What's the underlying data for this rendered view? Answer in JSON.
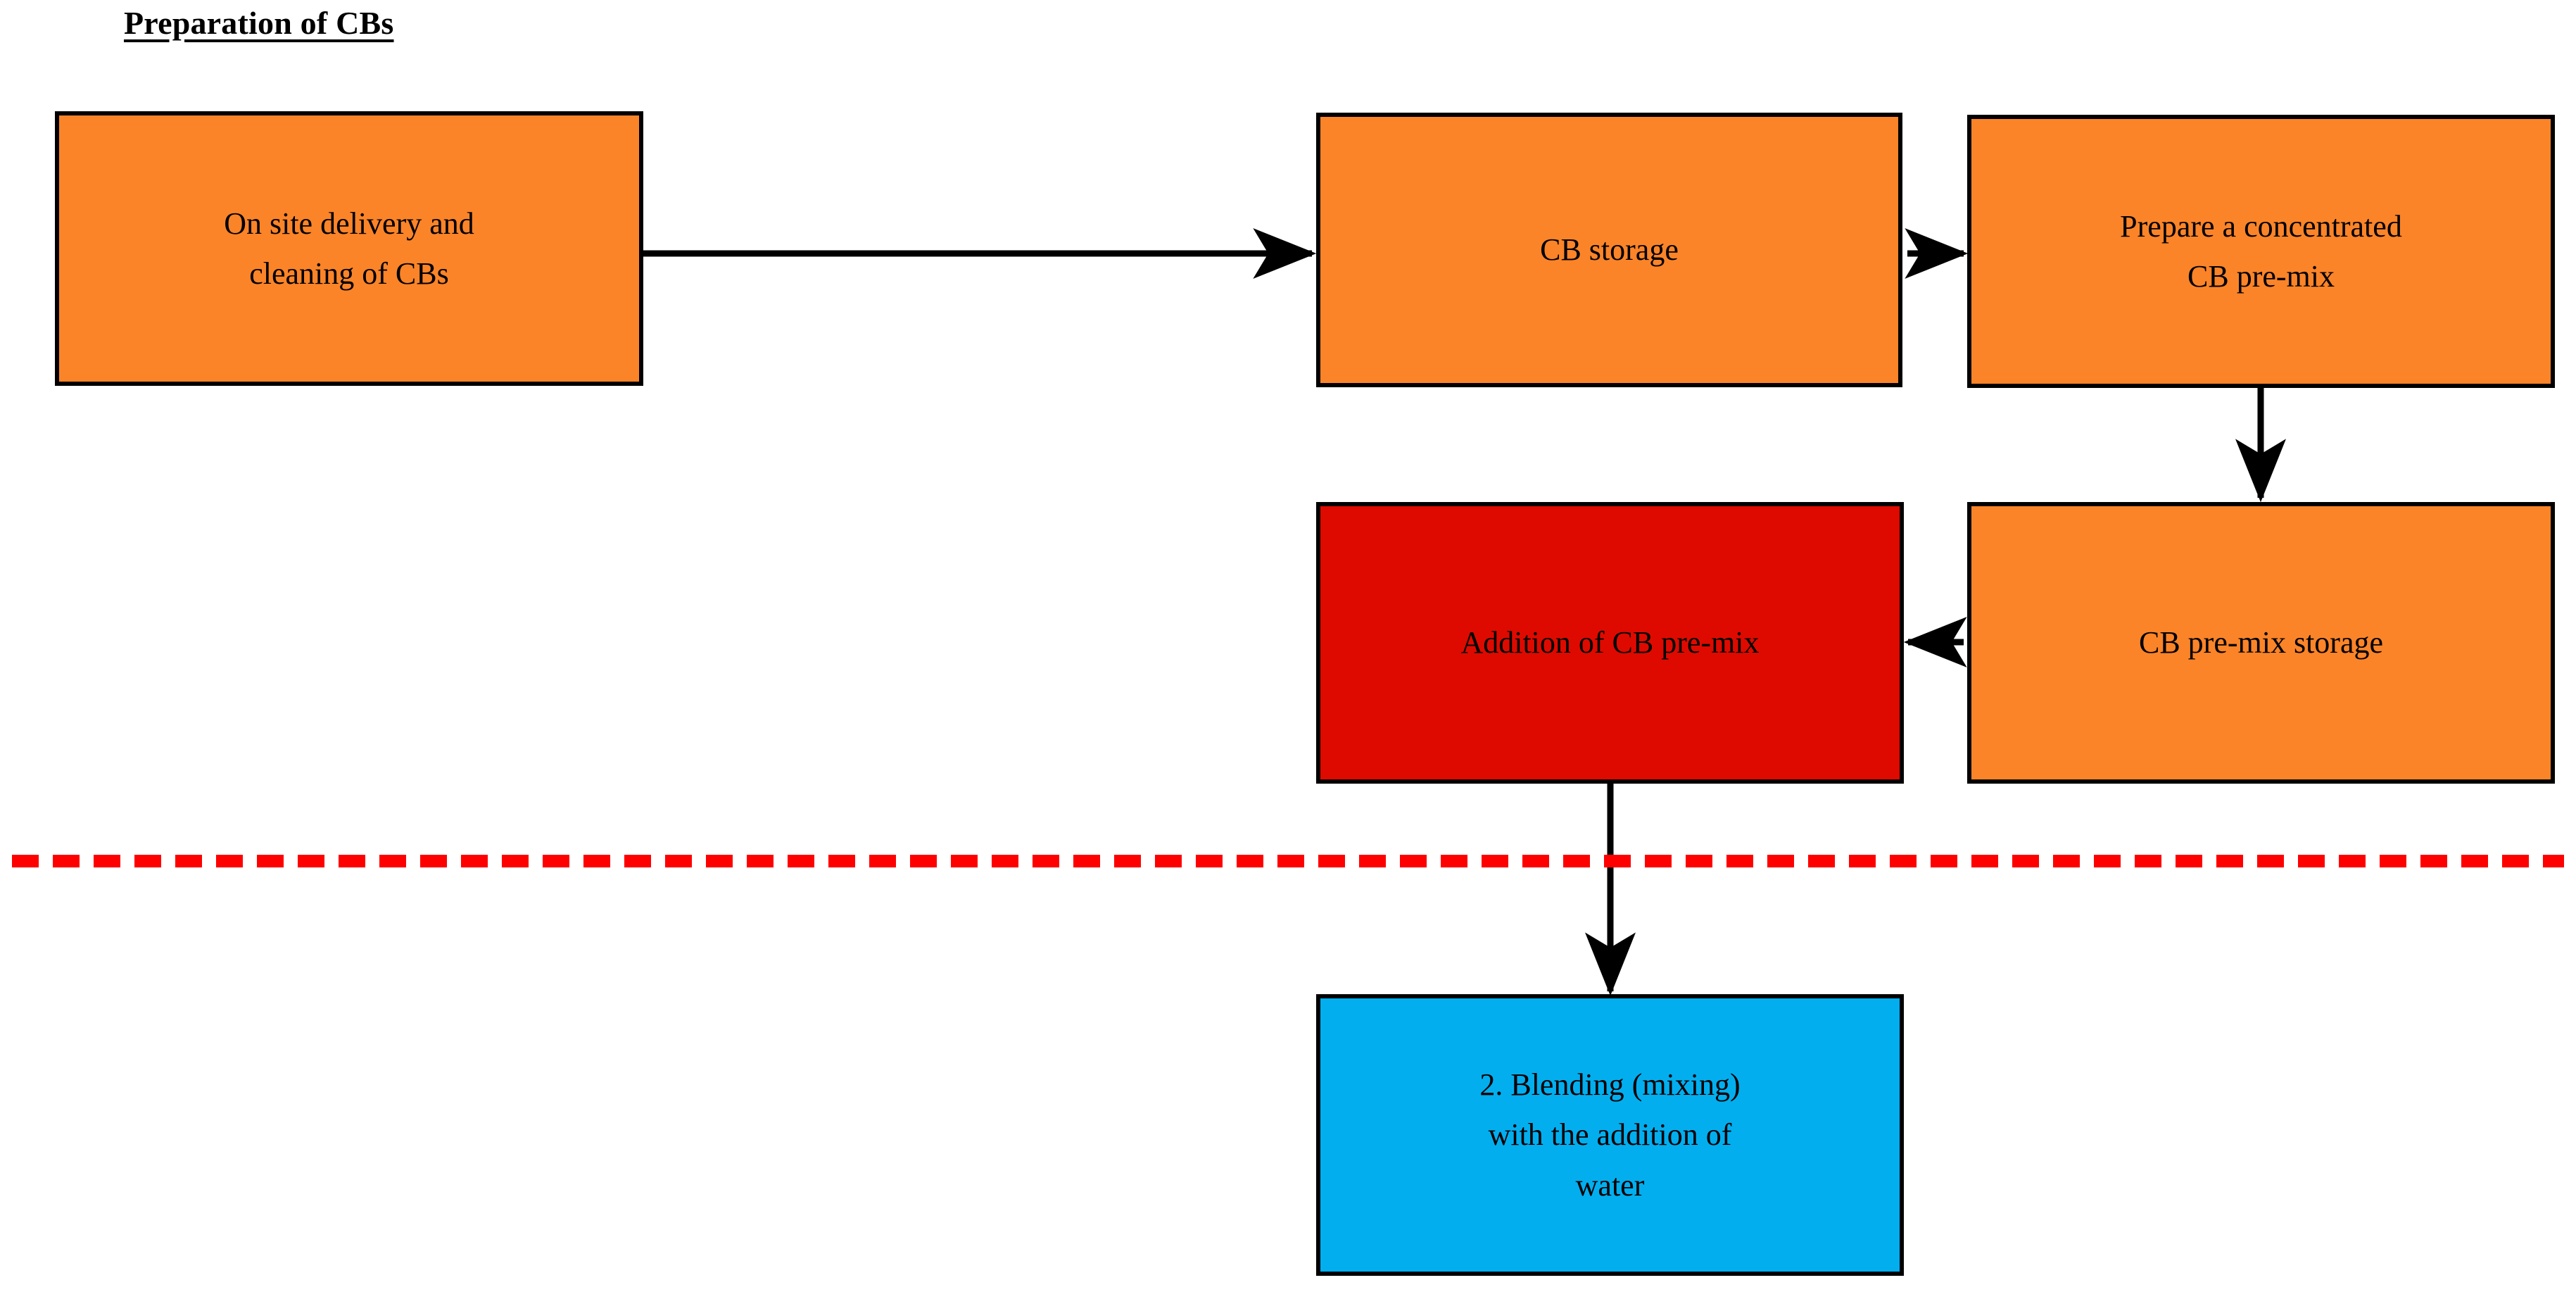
{
  "diagram": {
    "type": "flowchart",
    "title": "Preparation of CBs",
    "background_color": "#FFFFFF",
    "colors": {
      "orange": "#FB8429",
      "red": "#DE0A00",
      "blue": "#03AEEF",
      "border": "#000000",
      "separator": "#FF0000",
      "text": "#000000"
    },
    "nodes": [
      {
        "id": "delivery",
        "label": "On site delivery and cleaning of CBs",
        "lines": [
          "On site delivery and",
          "cleaning of CBs"
        ],
        "fill": "#FB8429",
        "stage": "preparation"
      },
      {
        "id": "cb-storage",
        "label": "CB storage",
        "lines": [
          "CB storage"
        ],
        "fill": "#FB8429",
        "stage": "preparation"
      },
      {
        "id": "prepare-premix",
        "label": "Prepare a concentrated CB pre-mix",
        "lines": [
          "Prepare a concentrated",
          "CB pre-mix"
        ],
        "fill": "#FB8429",
        "stage": "preparation"
      },
      {
        "id": "premix-storage",
        "label": "CB pre-mix storage",
        "lines": [
          "CB pre-mix storage"
        ],
        "fill": "#FB8429",
        "stage": "preparation"
      },
      {
        "id": "addition-premix",
        "label": "Addition of CB pre-mix",
        "lines": [
          "Addition of CB pre-mix"
        ],
        "fill": "#DE0A00",
        "stage": "preparation"
      },
      {
        "id": "blending",
        "label": "2. Blending (mixing) with the addition of water",
        "lines": [
          "2. Blending (mixing)",
          "with the addition of",
          "water"
        ],
        "fill": "#03AEEF",
        "stage": "next"
      }
    ],
    "edges": [
      {
        "id": "e1",
        "from": "delivery",
        "to": "cb-storage",
        "direction": "right"
      },
      {
        "id": "e2",
        "from": "cb-storage",
        "to": "prepare-premix",
        "direction": "right"
      },
      {
        "id": "e3",
        "from": "prepare-premix",
        "to": "premix-storage",
        "direction": "down"
      },
      {
        "id": "e4",
        "from": "premix-storage",
        "to": "addition-premix",
        "direction": "left"
      },
      {
        "id": "e5",
        "from": "addition-premix",
        "to": "blending",
        "direction": "down"
      }
    ],
    "separator": {
      "style": "dashed",
      "color": "#FF0000",
      "orientation": "horizontal"
    }
  }
}
